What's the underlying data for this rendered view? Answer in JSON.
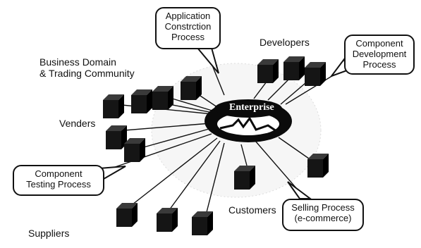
{
  "diagram": {
    "center": {
      "label": "Enterprise"
    },
    "process_callouts": {
      "application": "Application\nConstrction\nProcess",
      "component_development": "Component\nDevelopment\nProcess",
      "component_testing": "Component\nTesting Process",
      "selling": "Selling Process\n(e-commerce)"
    },
    "groups": {
      "developers": "Developers",
      "business_domain": "Business Domain\n& Trading Community",
      "venders": "Venders",
      "customers": "Customers",
      "suppliers": "Suppliers"
    },
    "colors": {
      "box": "#141414",
      "ring": "#0a0a0a",
      "text": "#111111",
      "background": "#ffffff"
    }
  }
}
